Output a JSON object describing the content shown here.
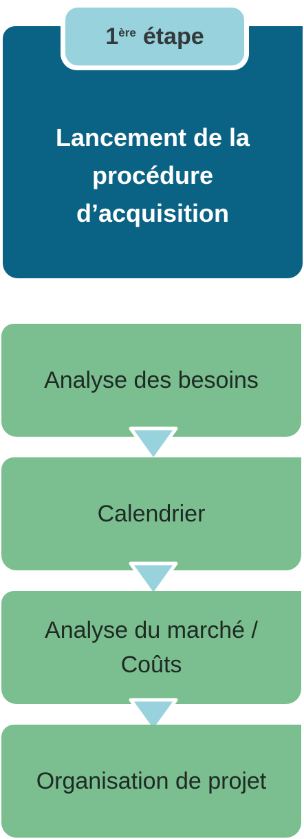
{
  "stage": {
    "number": "1",
    "superscript": "ère",
    "word": "étape"
  },
  "header": {
    "title_lines": [
      "Lancement de la",
      "procédure",
      "d’acquisition"
    ]
  },
  "steps": [
    {
      "lines": [
        "Analyse des besoins"
      ]
    },
    {
      "lines": [
        "Calendrier"
      ]
    },
    {
      "lines": [
        "Analyse du marché /",
        "Coûts"
      ]
    },
    {
      "lines": [
        "Organisation de projet"
      ]
    }
  ],
  "colors": {
    "header_bg": "#0a6384",
    "tab_bg": "#97d2dd",
    "step_bg": "#7bbe8f",
    "arrow": "#97d2dd"
  }
}
